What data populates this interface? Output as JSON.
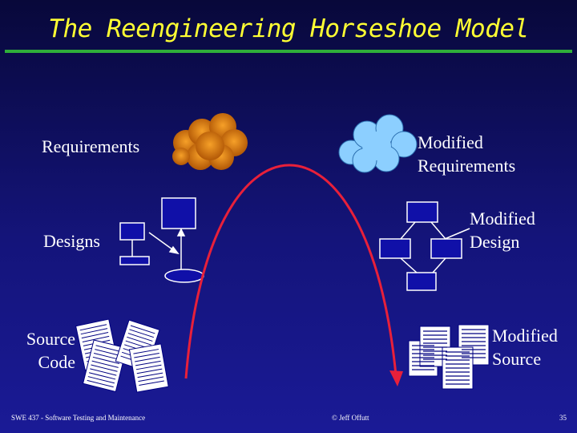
{
  "slide": {
    "title": "The Reengineering Horseshoe Model",
    "left": {
      "requirements": "Requirements",
      "designs": "Designs",
      "source_line1": "Source",
      "source_line2": "Code"
    },
    "right": {
      "requirements_line1": "Modified",
      "requirements_line2": "Requirements",
      "design_line1": "Modified",
      "design_line2": "Design",
      "source_line1": "Modified",
      "source_line2": "Source"
    },
    "footer": {
      "course": "SWE 437 - Software Testing and Maintenance",
      "author": "© Jeff Offutt",
      "page": "35"
    }
  },
  "colors": {
    "title": "#ffff33",
    "rule": "#2fae3a",
    "arrow": "#e8203a",
    "cloud_left": "#e07a10",
    "cloud_right": "#8ccfff"
  }
}
